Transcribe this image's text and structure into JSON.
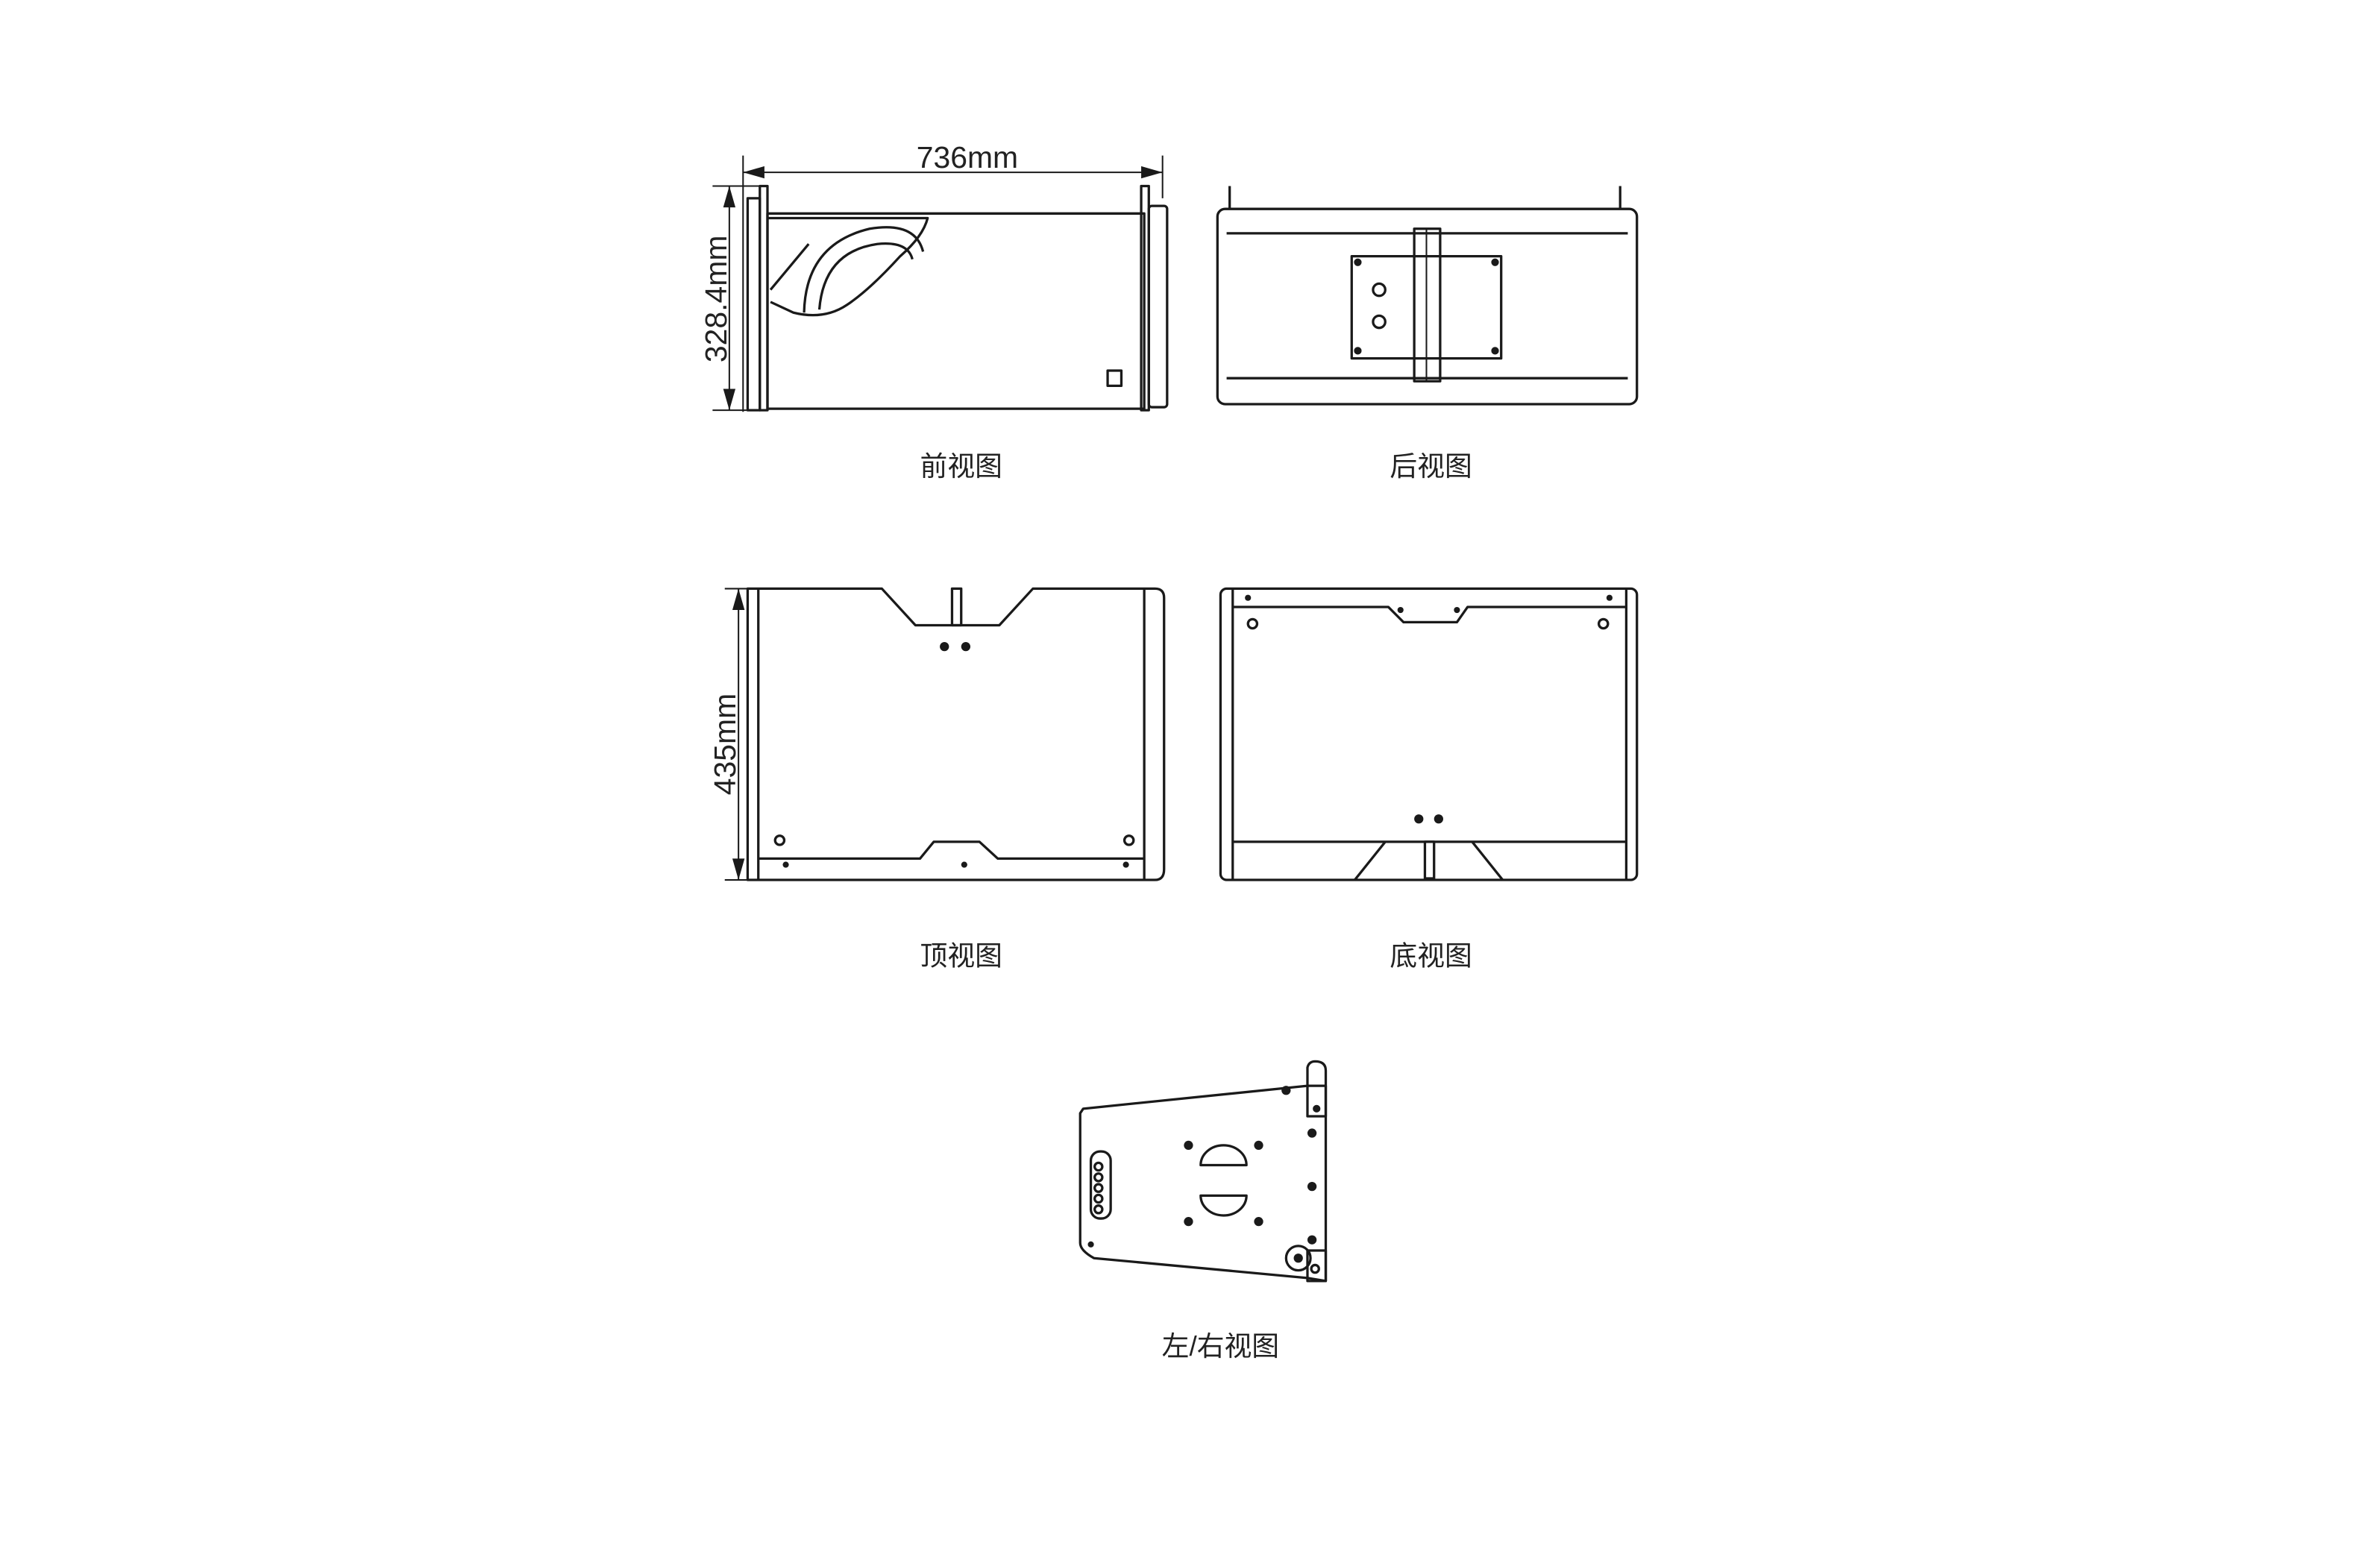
{
  "dimensions": {
    "width": "736mm",
    "height": "328.4mm",
    "depth": "435mm"
  },
  "captions": {
    "front": "前视图",
    "back": "后视图",
    "top": "顶视图",
    "bottom": "底视图",
    "side": "左/右视图"
  },
  "colors": {
    "line": "#1a1a1a",
    "background": "#ffffff"
  }
}
